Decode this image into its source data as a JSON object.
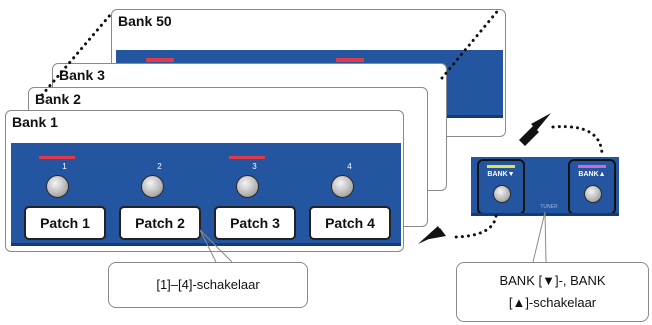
{
  "banks": [
    {
      "title": "Bank 50"
    },
    {
      "title": "Bank 3"
    },
    {
      "title": "Bank 2"
    },
    {
      "title": "Bank 1"
    }
  ],
  "patches": [
    {
      "number": "1",
      "label": "Patch 1",
      "led": "#e23a4a"
    },
    {
      "number": "2",
      "label": "Patch 2",
      "led": "#e23a4a"
    },
    {
      "number": "3",
      "label": "Patch 3",
      "led": "#e23a4a"
    },
    {
      "number": "4",
      "label": "Patch 4",
      "led": "#e23a4a"
    }
  ],
  "bank_buttons": [
    {
      "label": "BANK▼",
      "led": "#e2e34a"
    },
    {
      "label": "BANK▲",
      "led": "#c96bd0"
    }
  ],
  "tuner_text": "TUNER",
  "callouts": {
    "patch_switches": "[1]–[4]-schakelaar",
    "bank_switches_line1": "BANK [▼]-, BANK",
    "bank_switches_line2": "[▲]-schakelaar"
  },
  "colors": {
    "panel_blue": "#2455a0",
    "border_gray": "#8a8a8a"
  }
}
